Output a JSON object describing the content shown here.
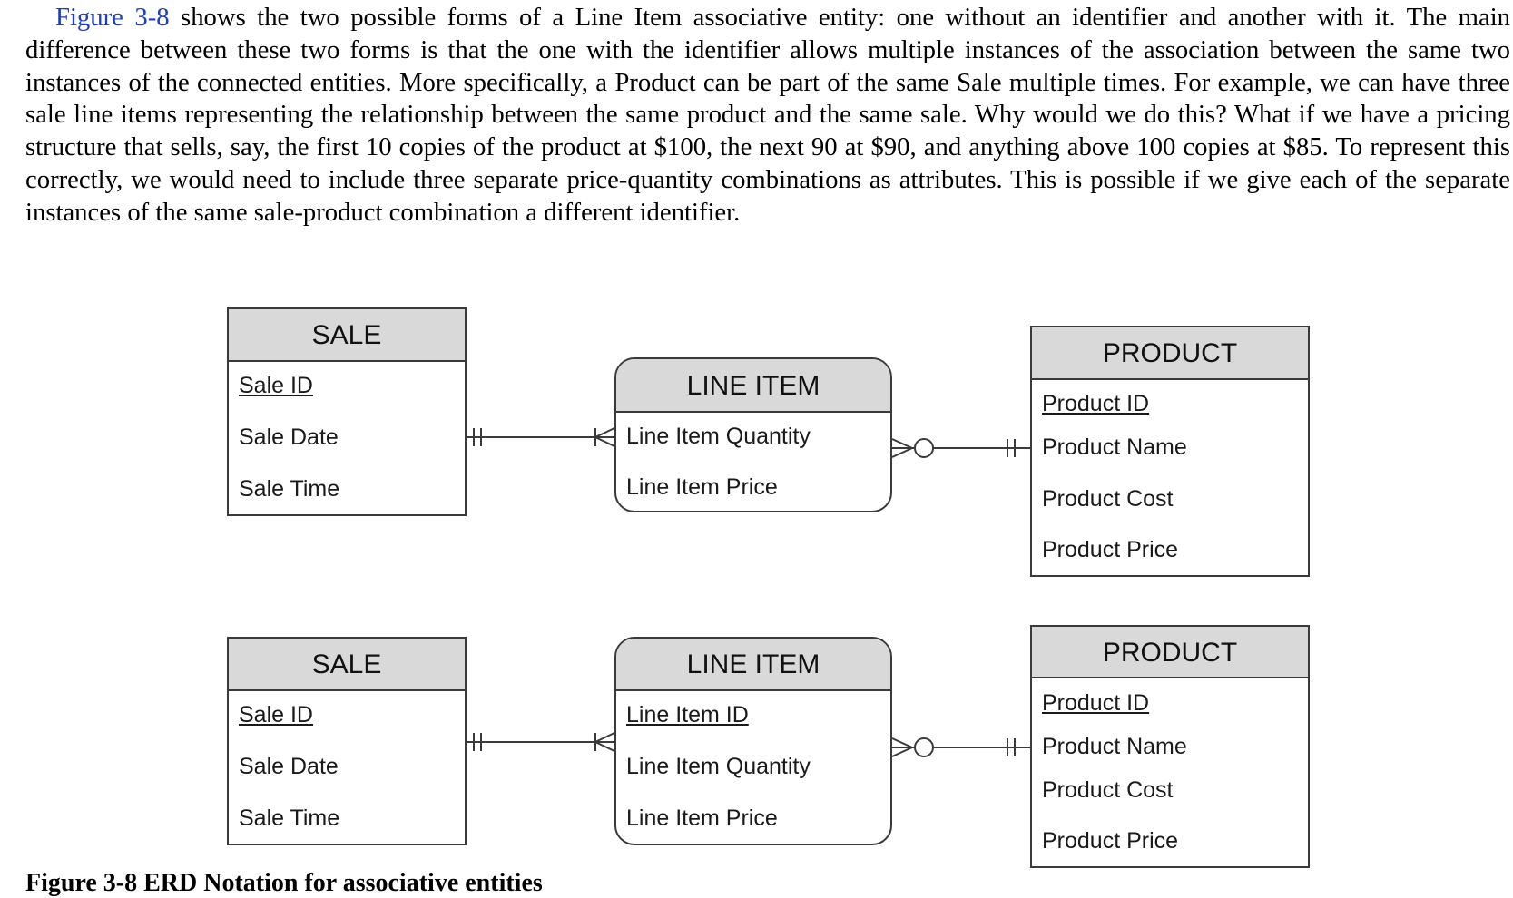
{
  "paragraph": {
    "link_text": "Figure 3-8",
    "body": " shows the two possible forms of a Line Item associative entity: one without an identifier and another with it. The main difference between these two forms is that the one with the identifier allows multiple instances of the association between the same two instances of the connected entities. More specifically, a Product can be part of the same Sale multiple times. For example, we can have three sale line items representing the relationship between the same product and the same sale. Why would we do this? What if we have a pricing structure that sells, say, the first 10 copies of the product at $100, the next 90 at $90, and anything above 100 copies at $85. To represent this correctly, we would need to include three separate price-quantity combinations as attributes. This is possible if we give each of the separate instances of the same sale-product combination a different identifier."
  },
  "diagram_top": {
    "sale": {
      "title": "SALE",
      "attrs": [
        "Sale ID",
        "Sale Date",
        "Sale Time"
      ]
    },
    "line_item": {
      "title": "LINE ITEM",
      "attrs": [
        "Line Item Quantity",
        "Line Item Price"
      ]
    },
    "product": {
      "title": "PRODUCT",
      "attrs": [
        "Product ID",
        "Product Name",
        "Product Cost",
        "Product Price"
      ]
    }
  },
  "diagram_bottom": {
    "sale": {
      "title": "SALE",
      "attrs": [
        "Sale ID",
        "Sale Date",
        "Sale Time"
      ]
    },
    "line_item": {
      "title": "LINE ITEM",
      "attrs": [
        "Line Item ID",
        "Line Item Quantity",
        "Line Item Price"
      ]
    },
    "product": {
      "title": "PRODUCT",
      "attrs": [
        "Product ID",
        "Product Name",
        "Product Cost",
        "Product Price"
      ]
    }
  },
  "caption": "Figure 3-8 ERD Notation for associative entities",
  "colors": {
    "link": "#1f3fbf",
    "entity_header": "#d9d9d9",
    "border": "#3a3a3a"
  }
}
